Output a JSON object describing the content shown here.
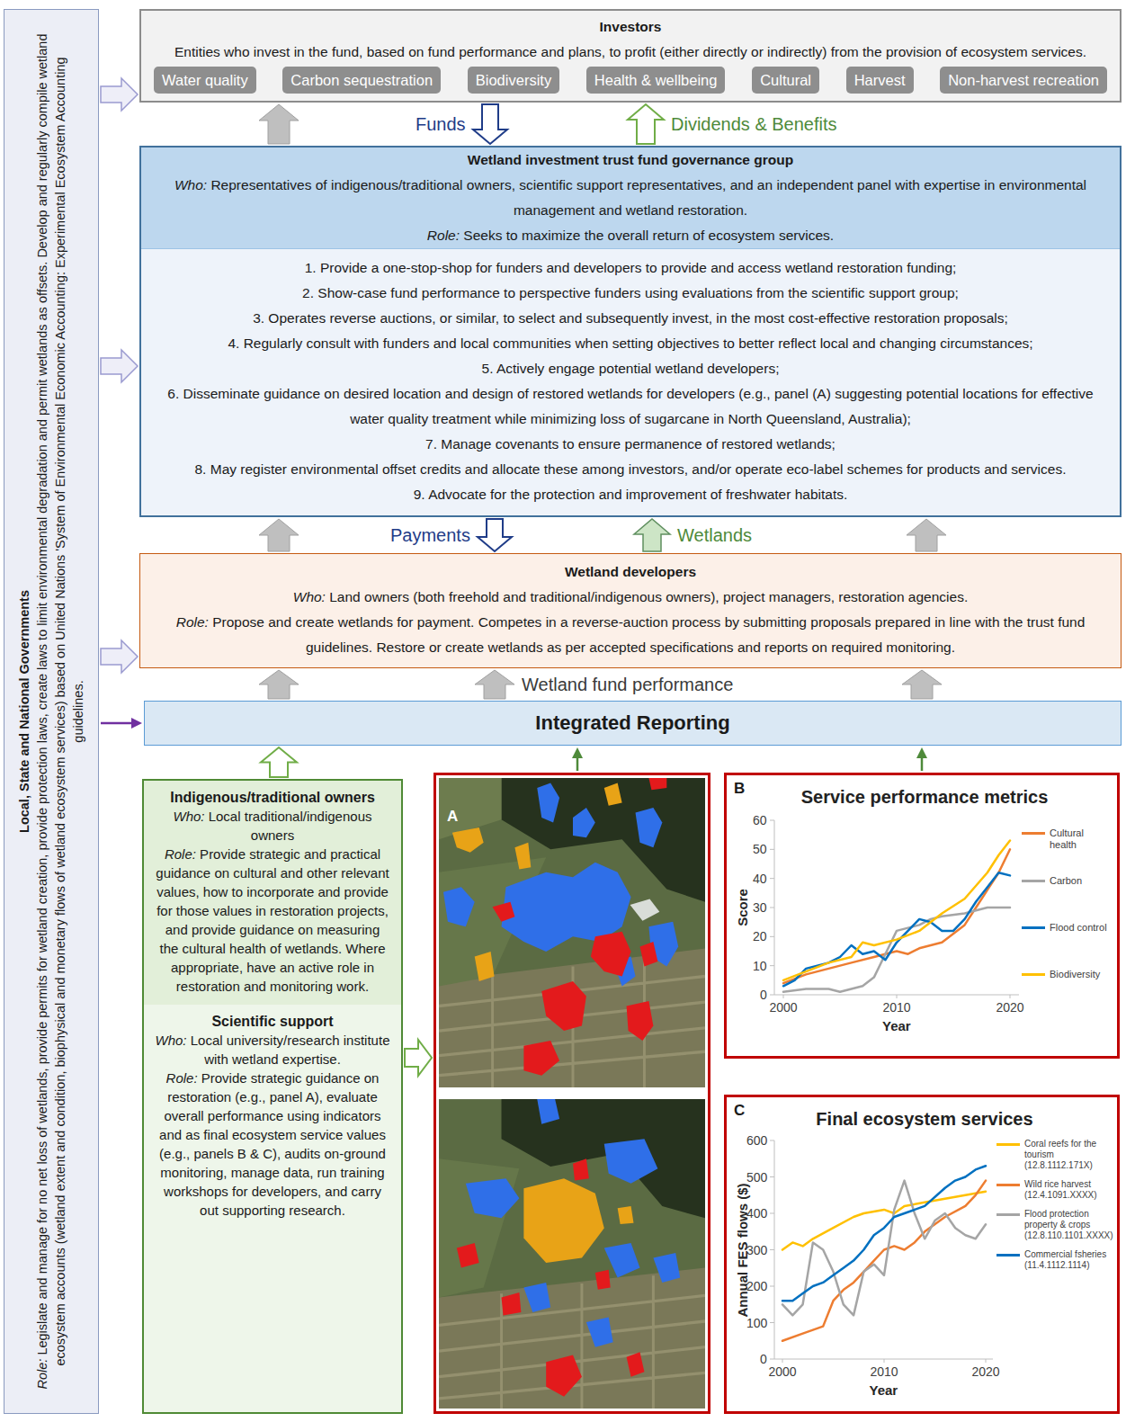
{
  "diagram": {
    "nodes": [
      {
        "text": [
          "Local, State and National Governments",
          "Role: Legislate and manage for no net loss of wetlands, provide permits for wetland creation, provide protection laws, create laws to limit environmental degradation and permit wetlands as offsets. Develop and regularly compile wetland ecosystem accounts (wetland extent and condition, biophysical and monetary flows of wetland ecosystem services) based on United Nations 'System of Environmental Economic Accounting: Experimental Ecosystem Accounting guidelines."
        ]
      },
      {
        "text": [
          "Investors",
          "Entities who invest in the fund, based on fund performance and plans, to profit (either directly or indirectly) from the provision of ecosystem services."
        ]
      },
      {
        "text": [
          "Water quality"
        ],
        "in": 1
      },
      {
        "text": [
          "Carbon sequestration"
        ],
        "in": 1
      },
      {
        "text": [
          "Biodiversity"
        ],
        "in": 1
      },
      {
        "text": [
          "Health & wellbeing"
        ],
        "in": 1
      },
      {
        "text": [
          "Cultural"
        ],
        "in": 1
      },
      {
        "text": [
          "Harvest"
        ],
        "in": 1
      },
      {
        "text": [
          "Non-harvest recreation"
        ],
        "in": 1
      },
      {
        "text": [
          "Wetland investment trust fund governance group",
          "Who: Representatives of indigenous/traditional owners, scientific support representatives, and an independent panel with expertise in environmental management and wetland restoration.",
          "Role: Seeks to maximize the overall return of ecosystem services."
        ]
      },
      {
        "text": [
          "1. Provide a one-stop-shop for funders and developers to provide and access wetland restoration funding;",
          "2. Show-case fund performance to perspective funders using evaluations from the scientific support group;",
          "3. Operates reverse auctions, or similar, to select and subsequently invest, in the most cost-effective restoration proposals;",
          "4. Regularly consult with funders and local communities when setting objectives to better reflect local and changing circumstances;",
          "5. Actively engage potential wetland developers;",
          "6. Disseminate guidance on desired location and design of restored wetlands for developers (e.g., panel (A) suggesting potential locations for effective water quality treatment while minimizing loss of sugarcane in North Queensland, Australia);",
          "7. Manage covenants to ensure permanence of restored wetlands;",
          "8. May register environmental offset credits and allocate these among investors, and/or operate eco-label schemes for products and services.",
          "9. Advocate for the protection and improvement of freshwater habitats."
        ],
        "in": 9
      },
      {
        "text": [
          "Wetland developers",
          "Who: Land owners (both freehold and traditional/indigenous owners), project managers, restoration agencies.",
          "Role: Propose and create wetlands for payment. Competes in a reverse-auction process by submitting proposals prepared in line with the trust fund guidelines. Restore or create wetlands as per accepted specifications and reports on required monitoring."
        ]
      },
      {
        "text": [
          "Integrated Reporting"
        ]
      },
      {
        "text": [
          "Indigenous/traditional owners",
          "Who: Local traditional/indigenous owners",
          "Role: Provide strategic and practical guidance on cultural and other relevant values, how to incorporate and provide for those values in restoration projects, and provide guidance on measuring the cultural health of wetlands. Where appropriate, have an active role in restoration and monitoring work."
        ]
      },
      {
        "text": [
          "Scientific support",
          "Who: Local university/research institute with wetland expertise.",
          "Role: Provide strategic guidance on restoration (e.g., panel A), evaluate overall performance using indicators and as final ecosystem service values (e.g., panels B & C), audits on-ground monitoring, manage data, run training workshops for developers, and carry out supporting research."
        ]
      },
      {
        "text": [
          "A"
        ]
      },
      {
        "text": [
          "B",
          "Service performance metrics"
        ]
      },
      {
        "text": [
          "C",
          "Final ecosystem services"
        ]
      }
    ],
    "edges": [
      {
        "from": 0,
        "to": 1,
        "arrow": "to"
      },
      {
        "from": 0,
        "to": 9,
        "arrow": "to"
      },
      {
        "from": 0,
        "to": 11,
        "arrow": "to"
      },
      {
        "from": 0,
        "to": 12,
        "arrow": "to"
      },
      {
        "from": 1,
        "to": 9,
        "label": "Funds",
        "arrow": "to"
      },
      {
        "from": 9,
        "to": 1,
        "label": "Dividends & Benefits",
        "arrow": "to"
      },
      {
        "from": 9,
        "to": 1,
        "arrow": "to"
      },
      {
        "from": 9,
        "to": 11,
        "label": "Payments",
        "arrow": "to"
      },
      {
        "from": 11,
        "to": 9,
        "label": "Wetlands",
        "arrow": "to"
      },
      {
        "from": 11,
        "to": 9,
        "arrow": "to"
      },
      {
        "from": 11,
        "to": 9,
        "arrow": "to"
      },
      {
        "from": 12,
        "to": 11,
        "label": "Wetland fund performance",
        "arrow": "to"
      },
      {
        "from": 12,
        "to": 11,
        "arrow": "to"
      },
      {
        "from": 12,
        "to": 11,
        "arrow": "to"
      },
      {
        "from": 13,
        "to": 12,
        "arrow": "to"
      },
      {
        "from": 13,
        "to": 15,
        "arrow": "to"
      },
      {
        "from": 15,
        "to": 12,
        "arrow": "to"
      },
      {
        "from": 16,
        "to": 12,
        "arrow": "to"
      }
    ],
    "labels": [
      "60",
      "50",
      "40",
      "30",
      "20",
      "10",
      "0",
      "2000",
      "2010",
      "2020",
      "Score",
      "Year",
      "600",
      "500",
      "400",
      "300",
      "200",
      "100",
      "0",
      "2000",
      "2010",
      "2020",
      "Annual FES flows ($)",
      "Year"
    ],
    "legend": [
      {
        "text": "Cultural health",
        "color": "#ed7d31"
      },
      {
        "text": "Carbon",
        "color": "#a5a5a5"
      },
      {
        "text": "Flood control",
        "color": "#0070c0"
      },
      {
        "text": "Biodiversity",
        "color": "#ffc000"
      },
      {
        "text": "Coral reefs for the tourism (12.8.1112.171X)",
        "color": "#ffc000"
      },
      {
        "text": "Wild rice harvest (12.4.1091.XXXX)",
        "color": "#ed7d31"
      },
      {
        "text": "Flood protection property & crops (12.8.110.1101.XXXX)",
        "color": "#a5a5a5"
      },
      {
        "text": "Commercial fsheries (11.4.1112.1114)",
        "color": "#0070c0"
      }
    ]
  }
}
